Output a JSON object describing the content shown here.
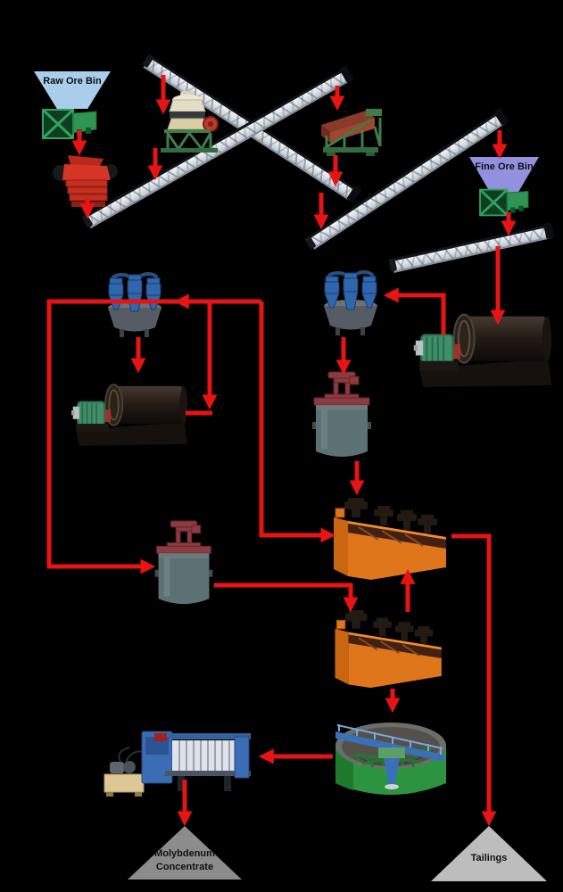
{
  "background": "#000000",
  "flow": {
    "arrow_color": "#e81414"
  },
  "labels": {
    "raw_ore_bin": "Raw Ore Bin",
    "fine_ore_bin": "Fine Ore Bin",
    "molybdenum_concentrate": "Molybdenum Concentrate",
    "tailings": "Tailings"
  },
  "palette": {
    "bin_raw": "#a9cdeb",
    "bin_fine": "#9191e0",
    "feeder_green": "#2e9552",
    "jaw_crusher_red": "#d63425",
    "screen_deck_brown": "#8a3a28",
    "cyclone_blue": "#2f66ad",
    "mill_motor_green": "#3f8f69",
    "tank_body_teal": "#5c7173",
    "tank_top_maroon": "#8d3a41",
    "flotation_orange": "#e0761c",
    "thickener_green": "#2c9440",
    "filter_press_blue": "#3a6db5",
    "concentrate_gray": "#8c8c8c",
    "tailings_gray": "#bdbdbd"
  },
  "equipment": [
    "raw-ore-bin",
    "vibrating-feeder",
    "jaw-crusher",
    "belt-conveyor-oversize-return",
    "belt-conveyor-screen-feed",
    "cone-crusher",
    "vibrating-screen",
    "belt-conveyor-fines",
    "fine-ore-bin",
    "belt-conveyor-mill-feed",
    "ball-mill-primary",
    "hydrocyclone-cluster-primary",
    "hydrocyclone-cluster-regrind",
    "ball-mill-regrind",
    "mixing-tank-1",
    "mixing-tank-2",
    "flotation-machine-rougher",
    "flotation-machine-cleaner",
    "thickener",
    "filter-press"
  ]
}
